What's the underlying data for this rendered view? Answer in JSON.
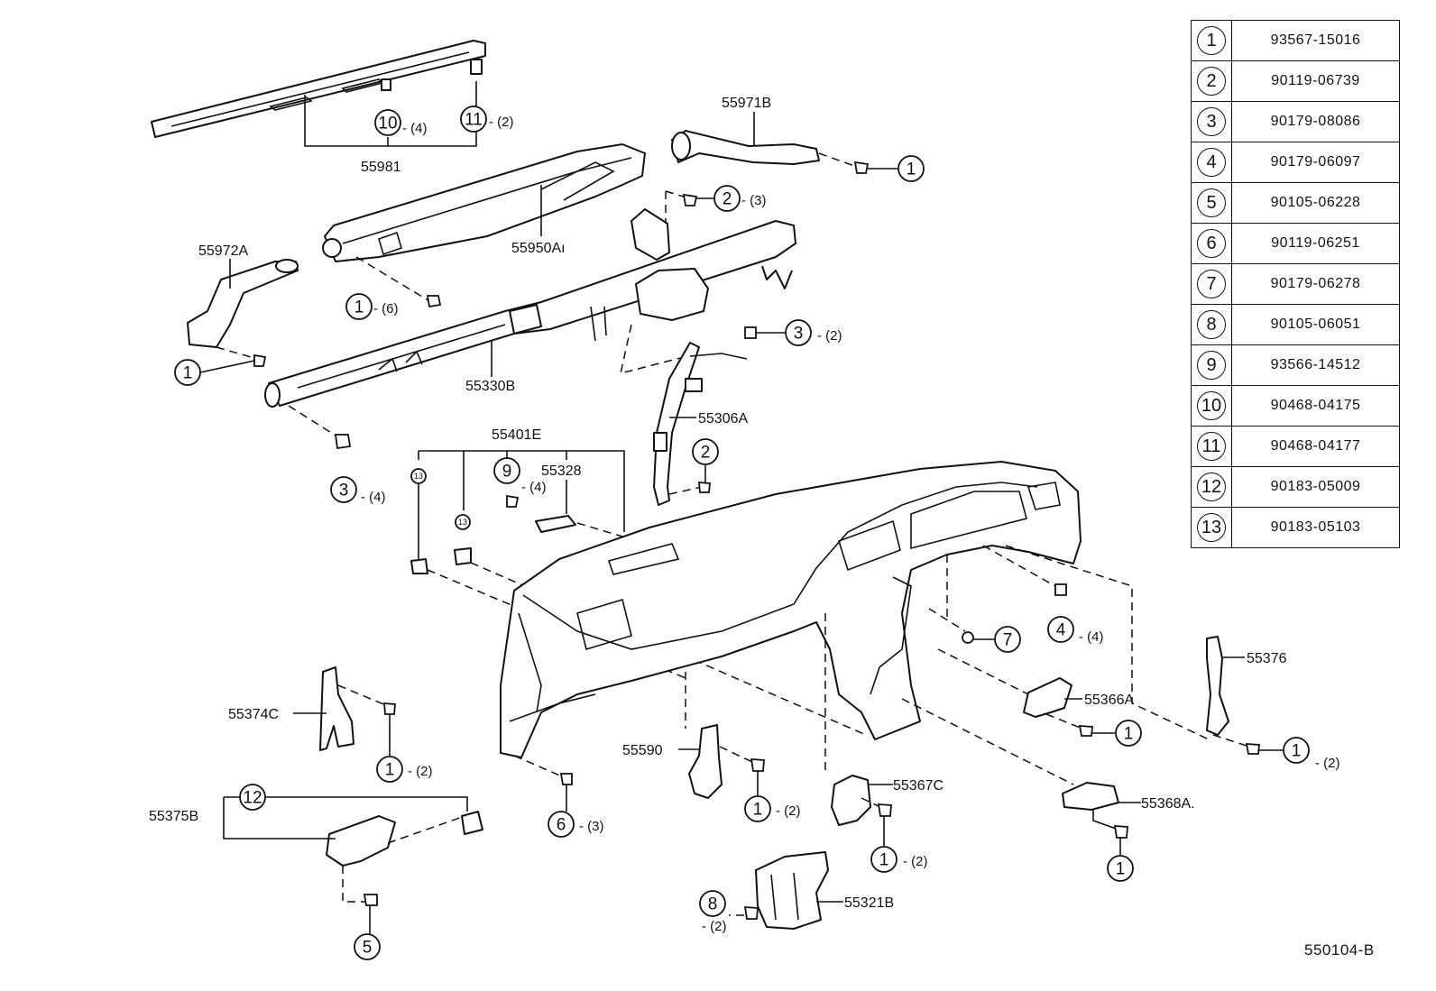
{
  "drawing_code": "550104-B",
  "parts_table": [
    {
      "key": "1",
      "part_number": "93567-15016"
    },
    {
      "key": "2",
      "part_number": "90119-06739"
    },
    {
      "key": "3",
      "part_number": "90179-08086"
    },
    {
      "key": "4",
      "part_number": "90179-06097"
    },
    {
      "key": "5",
      "part_number": "90105-06228"
    },
    {
      "key": "6",
      "part_number": "90119-06251"
    },
    {
      "key": "7",
      "part_number": "90179-06278"
    },
    {
      "key": "8",
      "part_number": "90105-06051"
    },
    {
      "key": "9",
      "part_number": "93566-14512"
    },
    {
      "key": "10",
      "part_number": "90468-04175"
    },
    {
      "key": "11",
      "part_number": "90468-04177"
    },
    {
      "key": "12",
      "part_number": "90183-05009"
    },
    {
      "key": "13",
      "part_number": "90183-05103"
    }
  ],
  "part_labels": {
    "p55981": "55981",
    "p55971B": "55971B",
    "p55950A": "55950Aı",
    "p55972A": "55972A",
    "p55330B": "55330B",
    "p55306A": "55306A",
    "p55401E": "55401E",
    "p55328": "55328",
    "p55376": "55376",
    "p55366A": "55366A",
    "p55374C": "55374C",
    "p55590": "55590",
    "p55367C": "55367C",
    "p55368A": "55368A.",
    "p55375B": "55375B",
    "p55321B": "55321B"
  },
  "callouts": {
    "c10": {
      "num": "10",
      "qty": "- (4)"
    },
    "c11": {
      "num": "11",
      "qty": "- (2)"
    },
    "c1_55971B": {
      "num": "1"
    },
    "c2_top": {
      "num": "2",
      "qty": "- (3)"
    },
    "c1_55950": {
      "num": "1",
      "qty": "- (6)"
    },
    "c1_55972": {
      "num": "1"
    },
    "c3_right": {
      "num": "3",
      "qty": "- (2)"
    },
    "c3_left": {
      "num": "3",
      "qty": "- (4)"
    },
    "c2_mid": {
      "num": "2"
    },
    "c9": {
      "num": "9",
      "qty": "- (4)"
    },
    "c13_a": {
      "num": "13"
    },
    "c13_b": {
      "num": "13"
    },
    "c4": {
      "num": "4",
      "qty": "- (4)"
    },
    "c7": {
      "num": "7"
    },
    "c1_55366": {
      "num": "1"
    },
    "c1_55376": {
      "num": "1",
      "qty": "- (2)"
    },
    "c1_55374": {
      "num": "1",
      "qty": "- (2)"
    },
    "c6": {
      "num": "6",
      "qty": "- (3)"
    },
    "c1_55590": {
      "num": "1",
      "qty": "- (2)"
    },
    "c1_55367": {
      "num": "1",
      "qty": "- (2)"
    },
    "c1_55368": {
      "num": "1"
    },
    "c12": {
      "num": "12"
    },
    "c5": {
      "num": "5"
    },
    "c8": {
      "num": "8",
      "qty": "- (2)"
    }
  }
}
